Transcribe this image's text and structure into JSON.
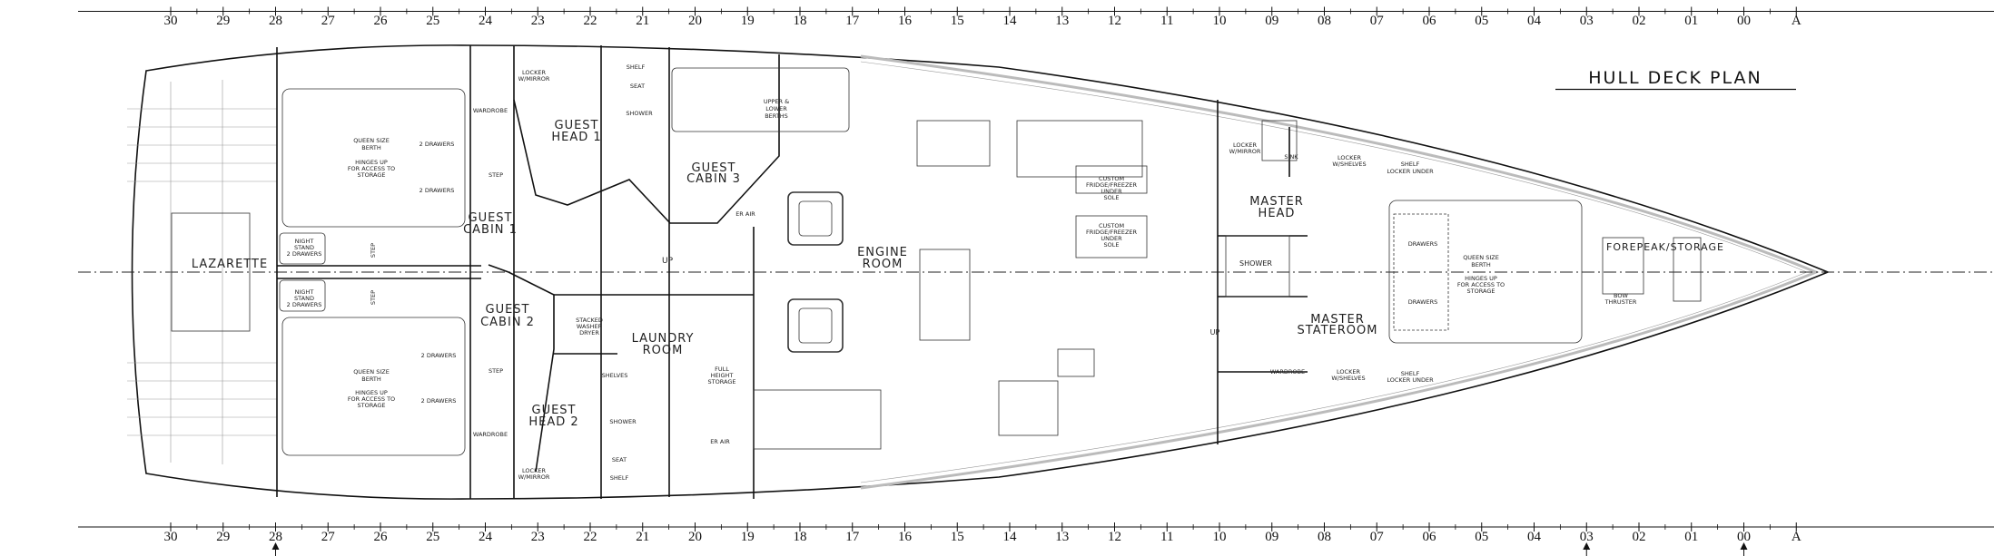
{
  "title": "HULL DECK PLAN",
  "stations": [
    "30",
    "29",
    "28",
    "27",
    "26",
    "25",
    "24",
    "23",
    "22",
    "21",
    "20",
    "19",
    "18",
    "17",
    "16",
    "15",
    "14",
    "13",
    "12",
    "11",
    "10",
    "09",
    "08",
    "07",
    "06",
    "05",
    "04",
    "03",
    "02",
    "01",
    "00",
    "A"
  ],
  "section_markers": [
    "28",
    "03",
    "00"
  ],
  "labels": {
    "lazarette": "LAZARETTE",
    "queen_top": [
      "QUEEN SIZE",
      "BERTH"
    ],
    "hinges_top": [
      "HINGES UP",
      "FOR ACCESS TO",
      "STORAGE"
    ],
    "drawers_top": [
      "2 DRAWERS",
      "2 DRAWERS"
    ],
    "step_top": "STEP",
    "night_stand_top": [
      "NIGHT",
      "STAND",
      "2 DRAWERS"
    ],
    "night_stand_bottom": [
      "NIGHT",
      "STAND",
      "2 DRAWERS"
    ],
    "step_vertical": "STEP",
    "wardrobe_top": "WARDROBE",
    "wardrobe_bottom": "WARDROBE",
    "guest_cabin_1": [
      "GUEST",
      "CABIN 1"
    ],
    "guest_head_1": [
      "GUEST",
      "HEAD 1"
    ],
    "locker_mirror_top": [
      "LOCKER",
      "W/MIRROR"
    ],
    "shelf_top": "SHELF",
    "seat_top": "SEAT",
    "shower_top": "SHOWER",
    "upper_lower": [
      "UPPER &",
      "LOWER",
      "BERTHS"
    ],
    "guest_cabin_3": [
      "GUEST",
      "CABIN 3"
    ],
    "engine_room": [
      "ENGINE",
      "ROOM"
    ],
    "up_aft": "UP",
    "er_air_top": "ER AIR",
    "er_air_bottom": "ER AIR",
    "guest_cabin_2": [
      "GUEST",
      "CABIN 2"
    ],
    "stacked": [
      "STACKED",
      "WASHER",
      "DRYER"
    ],
    "laundry": [
      "LAUNDRY",
      "ROOM"
    ],
    "queen_bottom": [
      "QUEEN SIZE",
      "BERTH"
    ],
    "hinges_bottom": [
      "HINGES UP",
      "FOR ACCESS TO",
      "STORAGE"
    ],
    "drawers_bottom": [
      "2 DRAWERS",
      "2 DRAWERS"
    ],
    "step_bottom": "STEP",
    "shelves": "SHELVES",
    "full_height": [
      "FULL",
      "HEIGHT",
      "STORAGE"
    ],
    "guest_head_2": [
      "GUEST",
      "HEAD 2"
    ],
    "shower_bottom": "SHOWER",
    "seat_bottom": "SEAT",
    "shelf_bottom": "SHELF",
    "locker_mirror_bottom": [
      "LOCKER",
      "W/MIRROR"
    ],
    "fridge_1": [
      "CUSTOM",
      "FRIDGE/FREEZER",
      "UNDER",
      "SOLE"
    ],
    "fridge_2": [
      "CUSTOM",
      "FRIDGE/FREEZER",
      "UNDER",
      "SOLE"
    ],
    "locker_mirror_master": [
      "LOCKER",
      "W/MIRROR"
    ],
    "sink": "SINK",
    "locker_shelves_top": [
      "LOCKER",
      "W/SHELVES"
    ],
    "shelf_locker_top": [
      "SHELF",
      "LOCKER UNDER"
    ],
    "master_head": [
      "MASTER",
      "HEAD"
    ],
    "shower_master": "SHOWER",
    "drawers_master": [
      "DRAWERS",
      "DRAWERS"
    ],
    "queen_master": [
      "QUEEN SIZE",
      "BERTH"
    ],
    "hinges_master": [
      "HINGES UP",
      "FOR ACCESS TO",
      "STORAGE"
    ],
    "forepeak": "FOREPEAK/STORAGE",
    "bow_thruster": [
      "BOW",
      "THRUSTER"
    ],
    "master_stateroom": [
      "MASTER",
      "STATEROOM"
    ],
    "up_fwd": "UP",
    "wardrobe_master": "WARDROBE",
    "locker_shelves_bottom": [
      "LOCKER",
      "W/SHELVES"
    ],
    "shelf_locker_bottom": [
      "SHELF",
      "LOCKER UNDER"
    ]
  }
}
